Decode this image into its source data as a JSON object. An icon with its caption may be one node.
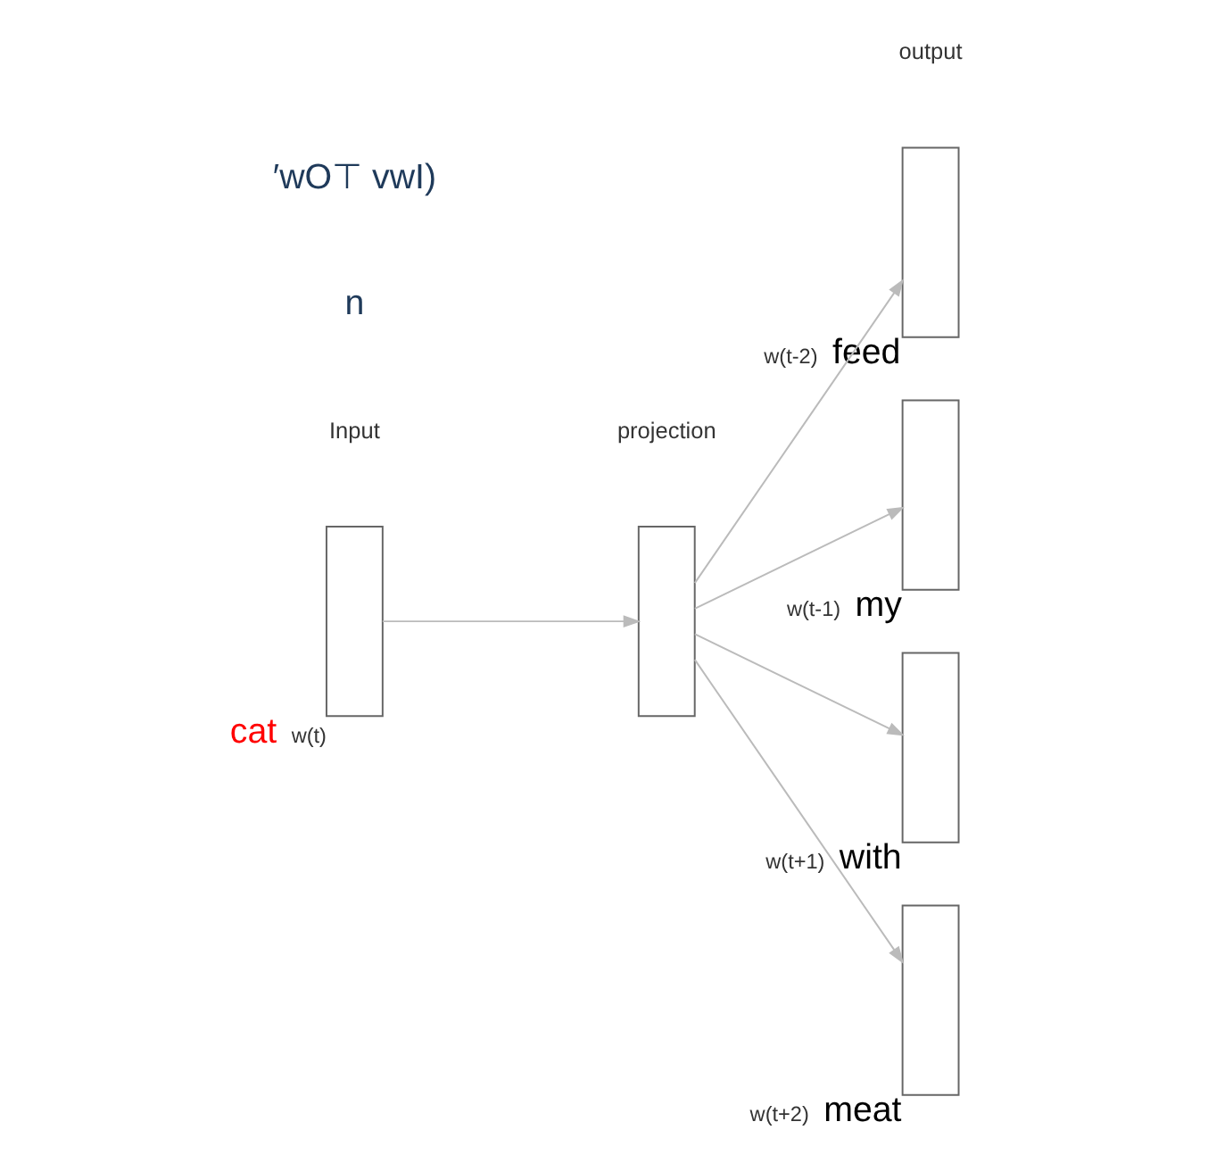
{
  "diagram": {
    "nodes": [
      {
        "text": [],
        "shape": "box",
        "beside": [
          "cat",
          "w(t)"
        ]
      },
      {
        "text": [],
        "shape": "box"
      },
      {
        "text": [],
        "shape": "box",
        "beside": [
          "w(t-2)",
          "feed"
        ]
      },
      {
        "text": [],
        "shape": "box",
        "beside": [
          "w(t-1)",
          "my"
        ]
      },
      {
        "text": [],
        "shape": "box",
        "beside": [
          "w(t+1)",
          "with"
        ]
      },
      {
        "text": [],
        "shape": "box",
        "beside": [
          "w(t+2)",
          "meat"
        ]
      }
    ],
    "edges": [
      {
        "from": 0,
        "to": 1,
        "arrow": "to"
      },
      {
        "from": 1,
        "to": 2,
        "arrow": "to"
      },
      {
        "from": 1,
        "to": 3,
        "arrow": "to"
      },
      {
        "from": 1,
        "to": 4,
        "arrow": "to"
      },
      {
        "from": 1,
        "to": 5,
        "arrow": "to"
      }
    ],
    "labels": [
      "Input",
      "projection",
      "output",
      "n",
      "′wO⊤ vwI)"
    ]
  }
}
